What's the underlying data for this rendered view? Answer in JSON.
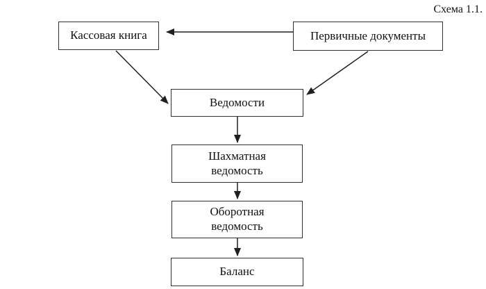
{
  "page": {
    "title": "Схема 1.1."
  },
  "diagram": {
    "nodes": {
      "cash_book": {
        "label": "Кассовая книга"
      },
      "primary_documents": {
        "label": "Первичные документы"
      },
      "statements": {
        "label": "Ведомости"
      },
      "chess_statement": {
        "label": "Шахматная\nведомость"
      },
      "turnover_statement": {
        "label": "Оборотная\nведомость"
      },
      "balance": {
        "label": "Баланс"
      }
    },
    "edges": [
      {
        "from": "primary_documents",
        "to": "cash_book",
        "direction": "left"
      },
      {
        "from": "cash_book",
        "to": "statements",
        "direction": "down-right"
      },
      {
        "from": "primary_documents",
        "to": "statements",
        "direction": "down-left"
      },
      {
        "from": "statements",
        "to": "chess_statement",
        "direction": "down"
      },
      {
        "from": "chess_statement",
        "to": "turnover_statement",
        "direction": "down"
      },
      {
        "from": "turnover_statement",
        "to": "balance",
        "direction": "down"
      }
    ],
    "colors": {
      "line": "#1f1f1f",
      "border": "#2e2e2e",
      "text": "#111111",
      "background": "#ffffff"
    }
  }
}
